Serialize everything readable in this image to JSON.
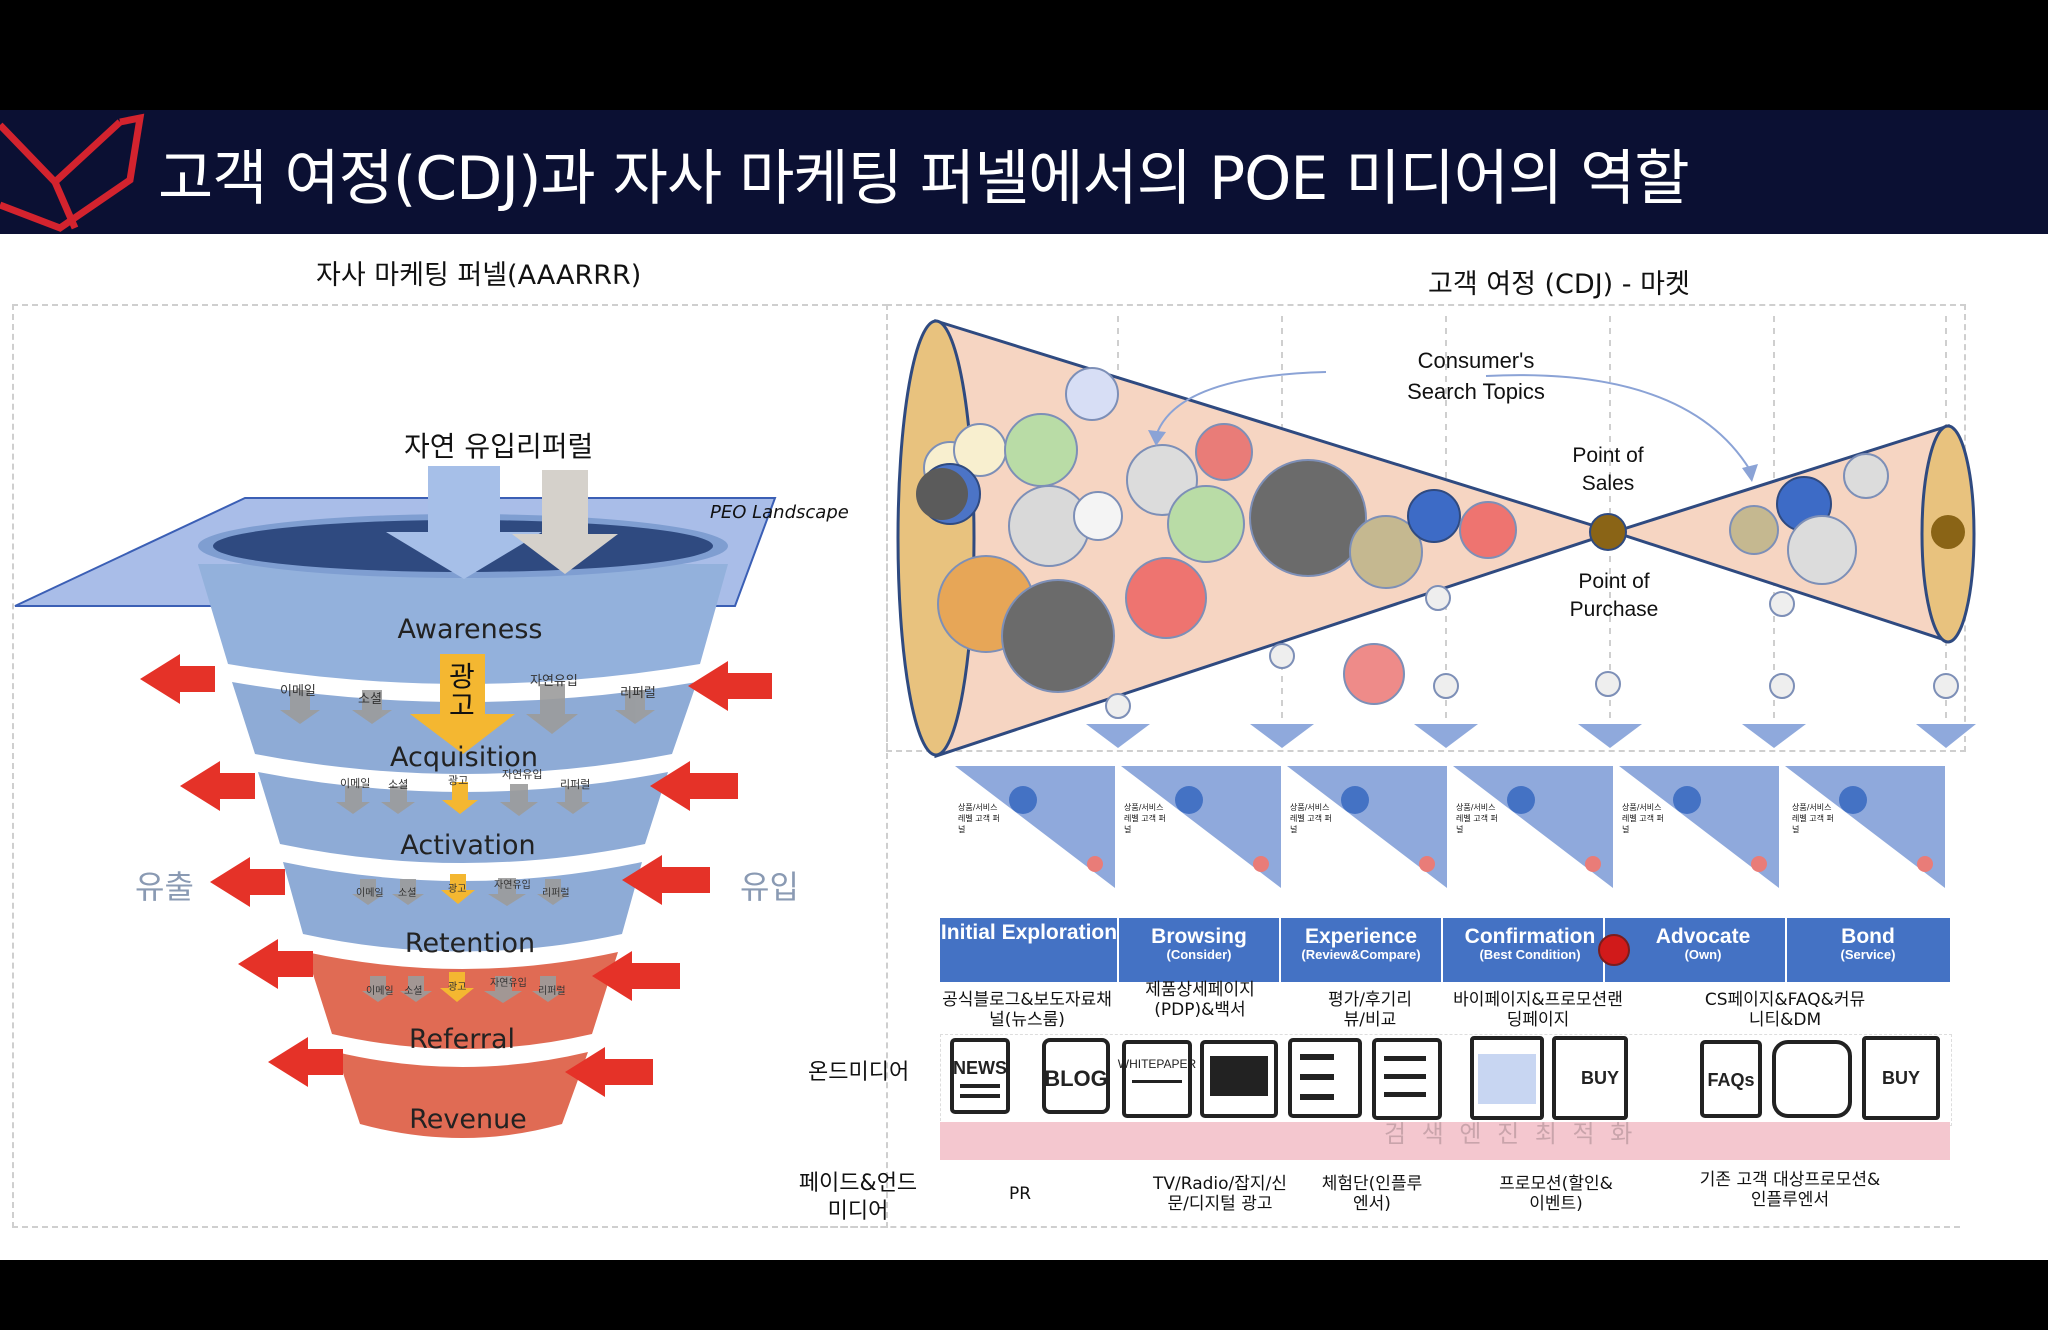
{
  "title": "고객 여정(CDJ)과 자사 마케팅 퍼넬에서의 POE 미디어의 역할",
  "funnel": {
    "heading": "자사 마케팅 퍼넬(AAARRR)",
    "top_label": "자연 유입리퍼럴",
    "landscape_label": "PEO Landscape",
    "outflow_label": "유출",
    "inflow_label": "유입",
    "ad_label": "광고",
    "stages": [
      "Awareness",
      "Acquisition",
      "Activation",
      "Retention",
      "Referral",
      "Revenue"
    ],
    "mini_arrows_row1": [
      "이메일",
      "소셜",
      "자연유입",
      "리퍼럴"
    ],
    "mini_arrows_row2": [
      "이메일",
      "소셜",
      "광고",
      "자연유입",
      "리퍼럴"
    ],
    "mini_arrows_row3": [
      "이메일",
      "소셜",
      "광고",
      "자연유입",
      "리퍼럴"
    ],
    "mini_arrows_row4": [
      "이메일",
      "소셜",
      "광고",
      "자연유입",
      "리퍼럴"
    ],
    "colors": {
      "blue": "#8eabd6",
      "red": "#e06b54",
      "arrow": "#e53228"
    }
  },
  "cdj": {
    "heading": "고객 여정 (CDJ) - 마켓",
    "search_topics": "Consumer's Search Topics",
    "point_of_sales": "Point of Sales",
    "point_of_purchase": "Point of Purchase",
    "thumb_caption": "상품/서비스 레벨 고객 퍼널",
    "stages": [
      {
        "name": "Initial Exploration",
        "sub": ""
      },
      {
        "name": "Browsing",
        "sub": "(Consider)"
      },
      {
        "name": "Experience",
        "sub": "(Review&Compare)"
      },
      {
        "name": "Confirmation",
        "sub": "(Best Condition)"
      },
      {
        "name": "Advocate",
        "sub": "(Own)"
      },
      {
        "name": "Bond",
        "sub": "(Service)"
      }
    ],
    "owned_media_label": "온드미디어",
    "paid_earned_label": "페이드&언드미디어",
    "owned": [
      "공식블로그&보도자료채널(뉴스룸)",
      "제품상세페이지(PDP)&백서",
      "평가/후기리뷰/비교",
      "바이페이지&프로모션랜딩페이지",
      "CS페이지&FAQ&커뮤니티&DM"
    ],
    "icons": {
      "news": "NEWS",
      "blog": "BLOG",
      "whitepaper": "WHITEPAPER",
      "buy": "BUY",
      "faq": "FAQs"
    },
    "seo_label": "검 색 엔 진 최 적 화",
    "paid": [
      "PR",
      "TV/Radio/잡지/신문/디지털 광고",
      "체험단(인플루엔서)",
      "프로모션(할인&이벤트)",
      "기존 고객 대상프로모션&인플루엔서"
    ],
    "colors": {
      "stage_bar": "#4472c4",
      "cone": "#f6d5c2",
      "seo_bar": "#f4c7cf"
    }
  }
}
